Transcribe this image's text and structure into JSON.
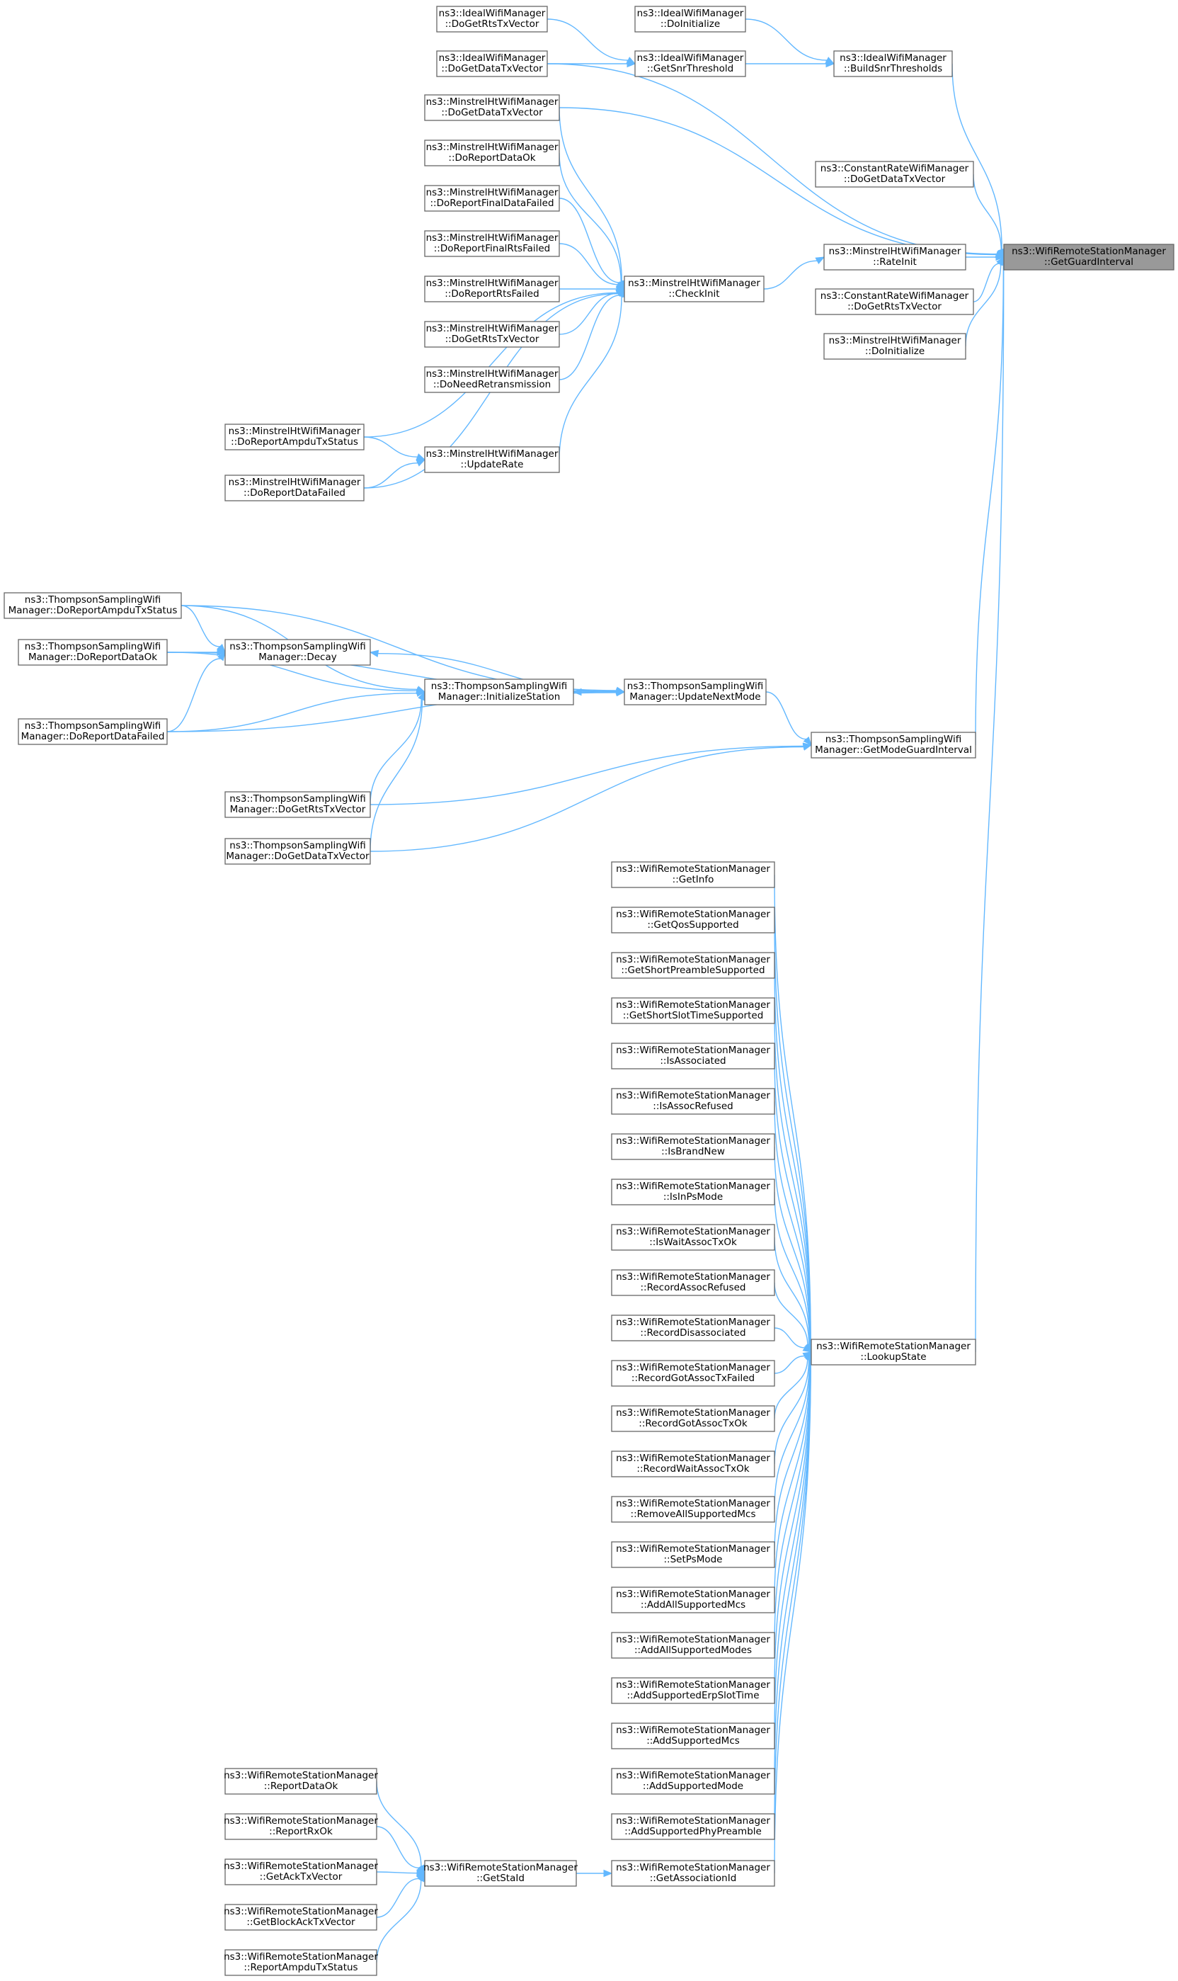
{
  "nodes": [
    {
      "id": "focus",
      "line1": "ns3::WifiRemoteStationManager",
      "line2": "::GetGuardInterval",
      "focus": true
    },
    {
      "id": "ideal_rts",
      "line1": "ns3::IdealWifiManager",
      "line2": "::DoGetRtsTxVector"
    },
    {
      "id": "ideal_data",
      "line1": "ns3::IdealWifiManager",
      "line2": "::DoGetDataTxVector"
    },
    {
      "id": "ideal_init",
      "line1": "ns3::IdealWifiManager",
      "line2": "::DoInitialize"
    },
    {
      "id": "ideal_snr",
      "line1": "ns3::IdealWifiManager",
      "line2": "::GetSnrThreshold"
    },
    {
      "id": "ideal_build",
      "line1": "ns3::IdealWifiManager",
      "line2": "::BuildSnrThresholds"
    },
    {
      "id": "min_data",
      "line1": "ns3::MinstrelHtWifiManager",
      "line2": "::DoGetDataTxVector"
    },
    {
      "id": "min_dataok",
      "line1": "ns3::MinstrelHtWifiManager",
      "line2": "::DoReportDataOk"
    },
    {
      "id": "min_finaldata",
      "line1": "ns3::MinstrelHtWifiManager",
      "line2": "::DoReportFinalDataFailed"
    },
    {
      "id": "min_finalrts",
      "line1": "ns3::MinstrelHtWifiManager",
      "line2": "::DoReportFinalRtsFailed"
    },
    {
      "id": "min_rtsfailed",
      "line1": "ns3::MinstrelHtWifiManager",
      "line2": "::DoReportRtsFailed"
    },
    {
      "id": "min_rts",
      "line1": "ns3::MinstrelHtWifiManager",
      "line2": "::DoGetRtsTxVector"
    },
    {
      "id": "min_needretx",
      "line1": "ns3::MinstrelHtWifiManager",
      "line2": "::DoNeedRetransmission"
    },
    {
      "id": "min_ampdu",
      "line1": "ns3::MinstrelHtWifiManager",
      "line2": "::DoReportAmpduTxStatus"
    },
    {
      "id": "min_datafailed",
      "line1": "ns3::MinstrelHtWifiManager",
      "line2": "::DoReportDataFailed"
    },
    {
      "id": "min_update",
      "line1": "ns3::MinstrelHtWifiManager",
      "line2": "::UpdateRate"
    },
    {
      "id": "min_check",
      "line1": "ns3::MinstrelHtWifiManager",
      "line2": "::CheckInit"
    },
    {
      "id": "min_rateinit",
      "line1": "ns3::MinstrelHtWifiManager",
      "line2": "::RateInit"
    },
    {
      "id": "min_doinit",
      "line1": "ns3::MinstrelHtWifiManager",
      "line2": "::DoInitialize"
    },
    {
      "id": "const_data",
      "line1": "ns3::ConstantRateWifiManager",
      "line2": "::DoGetDataTxVector"
    },
    {
      "id": "const_rts",
      "line1": "ns3::ConstantRateWifiManager",
      "line2": "::DoGetRtsTxVector"
    },
    {
      "id": "ts_ampdu",
      "line1": "ns3::ThompsonSamplingWifi",
      "line2": "Manager::DoReportAmpduTxStatus"
    },
    {
      "id": "ts_dataok",
      "line1": "ns3::ThompsonSamplingWifi",
      "line2": "Manager::DoReportDataOk"
    },
    {
      "id": "ts_datafailed",
      "line1": "ns3::ThompsonSamplingWifi",
      "line2": "Manager::DoReportDataFailed"
    },
    {
      "id": "ts_decay",
      "line1": "ns3::ThompsonSamplingWifi",
      "line2": "Manager::Decay"
    },
    {
      "id": "ts_initsta",
      "line1": "ns3::ThompsonSamplingWifi",
      "line2": "Manager::InitializeStation"
    },
    {
      "id": "ts_update",
      "line1": "ns3::ThompsonSamplingWifi",
      "line2": "Manager::UpdateNextMode"
    },
    {
      "id": "ts_getmode",
      "line1": "ns3::ThompsonSamplingWifi",
      "line2": "Manager::GetModeGuardInterval"
    },
    {
      "id": "ts_rts",
      "line1": "ns3::ThompsonSamplingWifi",
      "line2": "Manager::DoGetRtsTxVector"
    },
    {
      "id": "ts_data",
      "line1": "ns3::ThompsonSamplingWifi",
      "line2": "Manager::DoGetDataTxVector"
    },
    {
      "id": "w_getinfo",
      "line1": "ns3::WifiRemoteStationManager",
      "line2": "::GetInfo"
    },
    {
      "id": "w_qos",
      "line1": "ns3::WifiRemoteStationManager",
      "line2": "::GetQosSupported"
    },
    {
      "id": "w_shortpre",
      "line1": "ns3::WifiRemoteStationManager",
      "line2": "::GetShortPreambleSupported"
    },
    {
      "id": "w_shortslot",
      "line1": "ns3::WifiRemoteStationManager",
      "line2": "::GetShortSlotTimeSupported"
    },
    {
      "id": "w_isassoc",
      "line1": "ns3::WifiRemoteStationManager",
      "line2": "::IsAssociated"
    },
    {
      "id": "w_isrefused",
      "line1": "ns3::WifiRemoteStationManager",
      "line2": "::IsAssocRefused"
    },
    {
      "id": "w_brandnew",
      "line1": "ns3::WifiRemoteStationManager",
      "line2": "::IsBrandNew"
    },
    {
      "id": "w_inps",
      "line1": "ns3::WifiRemoteStationManager",
      "line2": "::IsInPsMode"
    },
    {
      "id": "w_waitassoc",
      "line1": "ns3::WifiRemoteStationManager",
      "line2": "::IsWaitAssocTxOk"
    },
    {
      "id": "w_recrefused",
      "line1": "ns3::WifiRemoteStationManager",
      "line2": "::RecordAssocRefused"
    },
    {
      "id": "w_recdisassoc",
      "line1": "ns3::WifiRemoteStationManager",
      "line2": "::RecordDisassociated"
    },
    {
      "id": "w_recgotfailed",
      "line1": "ns3::WifiRemoteStationManager",
      "line2": "::RecordGotAssocTxFailed"
    },
    {
      "id": "w_recgotok",
      "line1": "ns3::WifiRemoteStationManager",
      "line2": "::RecordGotAssocTxOk"
    },
    {
      "id": "w_recwaitok",
      "line1": "ns3::WifiRemoteStationManager",
      "line2": "::RecordWaitAssocTxOk"
    },
    {
      "id": "w_removemcs",
      "line1": "ns3::WifiRemoteStationManager",
      "line2": "::RemoveAllSupportedMcs"
    },
    {
      "id": "w_setps",
      "line1": "ns3::WifiRemoteStationManager",
      "line2": "::SetPsMode"
    },
    {
      "id": "w_addallmcs",
      "line1": "ns3::WifiRemoteStationManager",
      "line2": "::AddAllSupportedMcs"
    },
    {
      "id": "w_addallmodes",
      "line1": "ns3::WifiRemoteStationManager",
      "line2": "::AddAllSupportedModes"
    },
    {
      "id": "w_adderp",
      "line1": "ns3::WifiRemoteStationManager",
      "line2": "::AddSupportedErpSlotTime"
    },
    {
      "id": "w_addmcs",
      "line1": "ns3::WifiRemoteStationManager",
      "line2": "::AddSupportedMcs"
    },
    {
      "id": "w_addmode",
      "line1": "ns3::WifiRemoteStationManager",
      "line2": "::AddSupportedMode"
    },
    {
      "id": "w_addphy",
      "line1": "ns3::WifiRemoteStationManager",
      "line2": "::AddSupportedPhyPreamble"
    },
    {
      "id": "w_associd",
      "line1": "ns3::WifiRemoteStationManager",
      "line2": "::GetAssociationId"
    },
    {
      "id": "w_lookup",
      "line1": "ns3::WifiRemoteStationManager",
      "line2": "::LookupState"
    },
    {
      "id": "w_getstaid",
      "line1": "ns3::WifiRemoteStationManager",
      "line2": "::GetStaId"
    },
    {
      "id": "w_reportdataok",
      "line1": "ns3::WifiRemoteStationManager",
      "line2": "::ReportDataOk"
    },
    {
      "id": "w_reportrxok",
      "line1": "ns3::WifiRemoteStationManager",
      "line2": "::ReportRxOk"
    },
    {
      "id": "w_getack",
      "line1": "ns3::WifiRemoteStationManager",
      "line2": "::GetAckTxVector"
    },
    {
      "id": "w_getblockack",
      "line1": "ns3::WifiRemoteStationManager",
      "line2": "::GetBlockAckTxVector"
    },
    {
      "id": "w_reportampdu",
      "line1": "ns3::WifiRemoteStationManager",
      "line2": "::ReportAmpduTxStatus"
    }
  ],
  "edges": [
    {
      "from": "ideal_rts",
      "to": "ideal_snr"
    },
    {
      "from": "ideal_data",
      "to": "ideal_snr"
    },
    {
      "from": "ideal_init",
      "to": "ideal_build"
    },
    {
      "from": "ideal_snr",
      "to": "ideal_build"
    },
    {
      "from": "ideal_build",
      "to": "focus"
    },
    {
      "from": "ideal_data",
      "to": "focus"
    },
    {
      "from": "min_data",
      "to": "focus"
    },
    {
      "from": "const_data",
      "to": "focus"
    },
    {
      "from": "min_rateinit",
      "to": "focus"
    },
    {
      "from": "const_rts",
      "to": "focus"
    },
    {
      "from": "min_doinit",
      "to": "focus"
    },
    {
      "from": "ts_getmode",
      "to": "focus"
    },
    {
      "from": "w_lookup",
      "to": "focus"
    },
    {
      "from": "min_check",
      "to": "min_rateinit"
    },
    {
      "from": "min_data",
      "to": "min_check"
    },
    {
      "from": "min_dataok",
      "to": "min_check"
    },
    {
      "from": "min_finaldata",
      "to": "min_check"
    },
    {
      "from": "min_finalrts",
      "to": "min_check"
    },
    {
      "from": "min_rtsfailed",
      "to": "min_check"
    },
    {
      "from": "min_rts",
      "to": "min_check"
    },
    {
      "from": "min_needretx",
      "to": "min_check"
    },
    {
      "from": "min_ampdu",
      "to": "min_check"
    },
    {
      "from": "min_update",
      "to": "min_check"
    },
    {
      "from": "min_datafailed",
      "to": "min_check"
    },
    {
      "from": "min_ampdu",
      "to": "min_update"
    },
    {
      "from": "min_datafailed",
      "to": "min_update"
    },
    {
      "from": "ts_update",
      "to": "ts_getmode"
    },
    {
      "from": "ts_rts",
      "to": "ts_getmode"
    },
    {
      "from": "ts_data",
      "to": "ts_getmode"
    },
    {
      "from": "ts_ampdu",
      "to": "ts_update"
    },
    {
      "from": "ts_dataok",
      "to": "ts_update"
    },
    {
      "from": "ts_datafailed",
      "to": "ts_update"
    },
    {
      "from": "ts_initsta",
      "to": "ts_update"
    },
    {
      "from": "ts_update",
      "to": "ts_decay"
    },
    {
      "from": "ts_update",
      "to": "ts_initsta"
    },
    {
      "from": "ts_ampdu",
      "to": "ts_decay"
    },
    {
      "from": "ts_dataok",
      "to": "ts_decay"
    },
    {
      "from": "ts_datafailed",
      "to": "ts_decay"
    },
    {
      "from": "ts_ampdu",
      "to": "ts_initsta"
    },
    {
      "from": "ts_dataok",
      "to": "ts_initsta"
    },
    {
      "from": "ts_datafailed",
      "to": "ts_initsta"
    },
    {
      "from": "ts_rts",
      "to": "ts_initsta"
    },
    {
      "from": "ts_data",
      "to": "ts_initsta"
    },
    {
      "from": "w_decay_placeholder_skip",
      "to": "none"
    },
    {
      "from": "w_getinfo",
      "to": "w_lookup"
    },
    {
      "from": "w_qos",
      "to": "w_lookup"
    },
    {
      "from": "w_shortpre",
      "to": "w_lookup"
    },
    {
      "from": "w_shortslot",
      "to": "w_lookup"
    },
    {
      "from": "w_isassoc",
      "to": "w_lookup"
    },
    {
      "from": "w_isrefused",
      "to": "w_lookup"
    },
    {
      "from": "w_brandnew",
      "to": "w_lookup"
    },
    {
      "from": "w_inps",
      "to": "w_lookup"
    },
    {
      "from": "w_waitassoc",
      "to": "w_lookup"
    },
    {
      "from": "w_recrefused",
      "to": "w_lookup"
    },
    {
      "from": "w_recdisassoc",
      "to": "w_lookup"
    },
    {
      "from": "w_recgotfailed",
      "to": "w_lookup"
    },
    {
      "from": "w_recgotok",
      "to": "w_lookup"
    },
    {
      "from": "w_recwaitok",
      "to": "w_lookup"
    },
    {
      "from": "w_removemcs",
      "to": "w_lookup"
    },
    {
      "from": "w_setps",
      "to": "w_lookup"
    },
    {
      "from": "w_addallmcs",
      "to": "w_lookup"
    },
    {
      "from": "w_addallmodes",
      "to": "w_lookup"
    },
    {
      "from": "w_adderp",
      "to": "w_lookup"
    },
    {
      "from": "w_addmcs",
      "to": "w_lookup"
    },
    {
      "from": "w_addmode",
      "to": "w_lookup"
    },
    {
      "from": "w_addphy",
      "to": "w_lookup"
    },
    {
      "from": "w_associd",
      "to": "w_lookup"
    },
    {
      "from": "w_getstaid",
      "to": "w_associd"
    },
    {
      "from": "w_reportdataok",
      "to": "w_getstaid"
    },
    {
      "from": "w_reportrxok",
      "to": "w_getstaid"
    },
    {
      "from": "w_getack",
      "to": "w_getstaid"
    },
    {
      "from": "w_getblockack",
      "to": "w_getstaid"
    },
    {
      "from": "w_reportampdu",
      "to": "w_getstaid"
    }
  ],
  "colors": {
    "edge": "#63b8ff",
    "node_border": "#666666",
    "focus_fill": "#999999",
    "node_fill": "#ffffff"
  }
}
